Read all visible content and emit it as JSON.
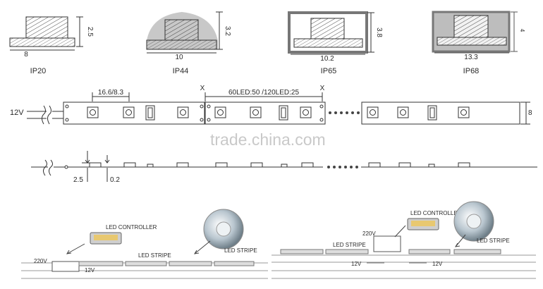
{
  "profiles": [
    {
      "rating": "IP20",
      "width": "8",
      "height": "2.5"
    },
    {
      "rating": "IP44",
      "width": "10",
      "height": "3.2"
    },
    {
      "rating": "IP65",
      "width": "10.2",
      "height": "3.8"
    },
    {
      "rating": "IP68",
      "width": "13.3",
      "height": "4"
    }
  ],
  "strip": {
    "voltage": "12V",
    "pitch": "16.6/8.3",
    "cut_unit": "60LED:50 /120LED:25",
    "width": "8",
    "cut_mark": "X"
  },
  "side_view": {
    "thickness": "2.5",
    "component_height": "0.2"
  },
  "wiring": {
    "left": {
      "controller": "LED CONTROLLER",
      "stripe_label": "LED STRIPE",
      "stripe_label_2": "LED STRIPE",
      "input_voltage": "220V",
      "output_voltage": "12V"
    },
    "right": {
      "controller": "LED CONTROLLER",
      "stripe_label": "LED STRIPE",
      "stripe_label_2": "LED STRIPE",
      "input_voltage": "220V",
      "output_voltage_1": "12V",
      "output_voltage_2": "12V"
    }
  },
  "watermark": "trade.china.com"
}
